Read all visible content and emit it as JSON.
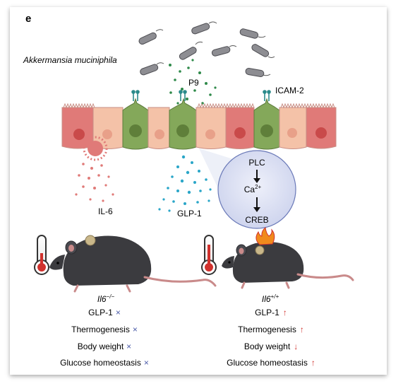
{
  "panel": {
    "letter": "e",
    "bacterium": "Akkermansia muciniphila",
    "peptide": "P9",
    "receptor": "ICAM-2",
    "cytokine": "IL-6",
    "hormone": "GLP-1",
    "pathway": {
      "step1": "PLC",
      "step2_base": "Ca",
      "step2_sup": "2+",
      "step3": "CREB"
    }
  },
  "left_mouse": {
    "genotype_base": "Il6",
    "genotype_sup": "−/−",
    "outcomes": [
      {
        "label": "GLP-1",
        "mark": "×"
      },
      {
        "label": "Thermogenesis",
        "mark": "×"
      },
      {
        "label": "Body weight",
        "mark": "×"
      },
      {
        "label": "Glucose homeostasis",
        "mark": "×"
      }
    ]
  },
  "right_mouse": {
    "genotype_base": "Il6",
    "genotype_sup": "+/+",
    "outcomes": [
      {
        "label": "GLP-1",
        "mark": "↑"
      },
      {
        "label": "Thermogenesis",
        "mark": "↑"
      },
      {
        "label": "Body weight",
        "mark": "↓"
      },
      {
        "label": "Glucose homeostasis",
        "mark": "↑"
      }
    ]
  },
  "colors": {
    "red_cell": "#e07a78",
    "peach_cell": "#f4c2a8",
    "green_cell": "#84a85a",
    "arrow_red": "#d0312d",
    "cross_blue": "#4a5aa8",
    "glp1_dots": "#2aa6c8",
    "il6_dots": "#e07a78",
    "p9_dots": "#2f8a4a",
    "circle_fill": "#dfe3f3",
    "mouse": "#3b3b3f"
  }
}
